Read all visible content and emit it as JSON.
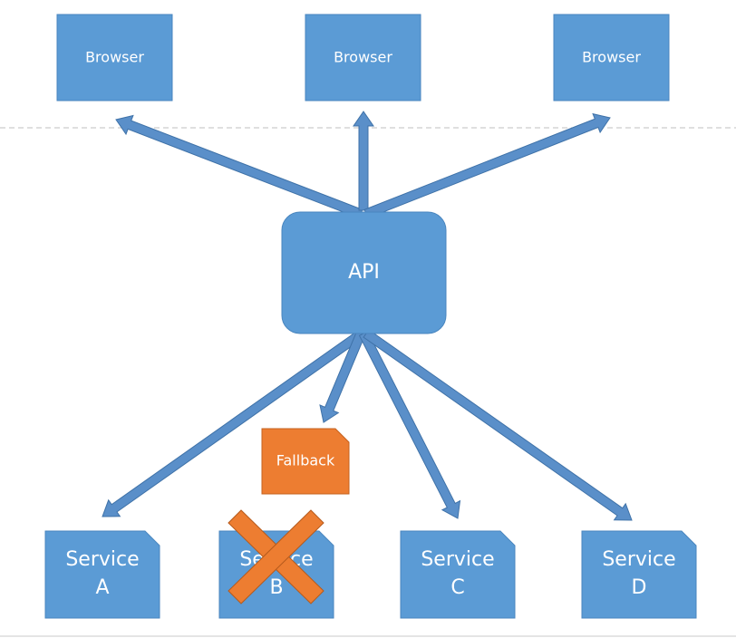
{
  "diagram": {
    "browsers": [
      {
        "label": "Browser"
      },
      {
        "label": "Browser"
      },
      {
        "label": "Browser"
      }
    ],
    "api": {
      "label": "API"
    },
    "fallback": {
      "label": "Fallback"
    },
    "services": [
      {
        "line1": "Service",
        "line2": "A"
      },
      {
        "line1": "Service",
        "line2": "B",
        "failed": true
      },
      {
        "line1": "Service",
        "line2": "C"
      },
      {
        "line1": "Service",
        "line2": "D"
      }
    ],
    "colors": {
      "node_fill": "#5b9bd5",
      "node_stroke": "#4a86bf",
      "arrow_fill": "#5a8fc9",
      "arrow_stroke": "#3f72a8",
      "fallback_fill": "#ed7d31",
      "fallback_stroke": "#c5621f",
      "failure_mark": "#ed7d31",
      "failure_mark_stroke": "#b55a1c",
      "divider": "#bfbfbf"
    }
  }
}
